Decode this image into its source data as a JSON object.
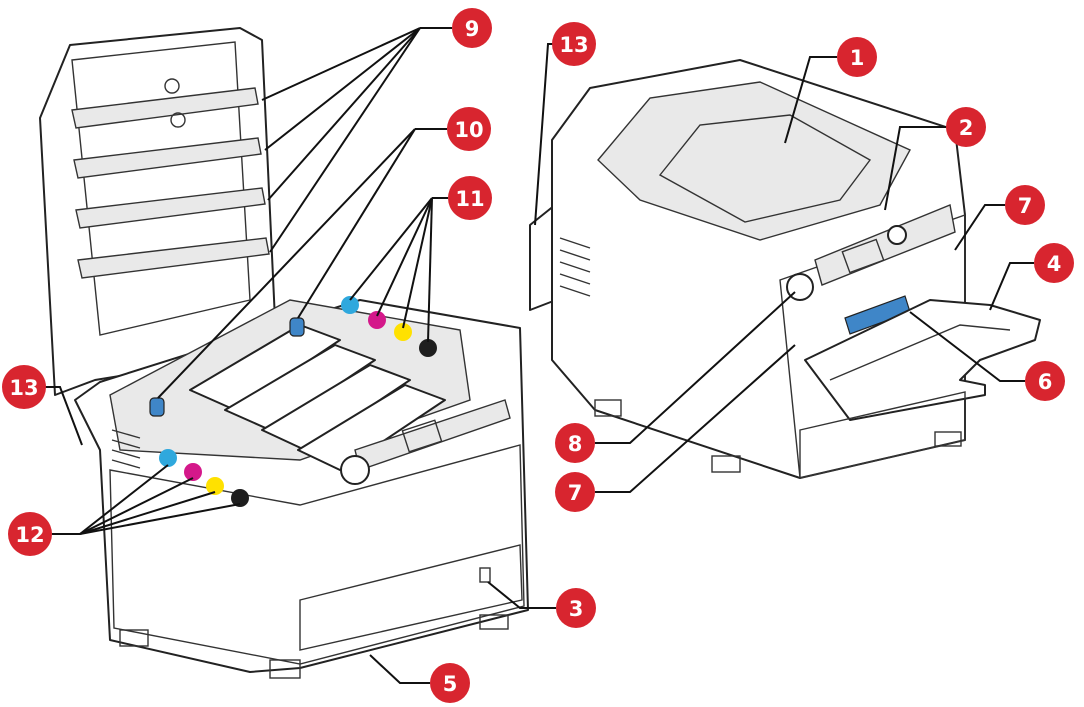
{
  "colors": {
    "callout_red": "#d8252f",
    "toner_cyan": "#2fa8dd",
    "toner_magenta": "#d4188a",
    "toner_yellow": "#ffe100",
    "toner_black": "#1e1e1e",
    "release_blue": "#3f86c8"
  },
  "callouts": [
    {
      "id": "c1",
      "label": "1"
    },
    {
      "id": "c2",
      "label": "2"
    },
    {
      "id": "c3",
      "label": "3"
    },
    {
      "id": "c4",
      "label": "4"
    },
    {
      "id": "c5",
      "label": "5"
    },
    {
      "id": "c6",
      "label": "6"
    },
    {
      "id": "c7a",
      "label": "7"
    },
    {
      "id": "c7b",
      "label": "7"
    },
    {
      "id": "c8",
      "label": "8"
    },
    {
      "id": "c9",
      "label": "9"
    },
    {
      "id": "c10",
      "label": "10"
    },
    {
      "id": "c11",
      "label": "11"
    },
    {
      "id": "c12",
      "label": "12"
    },
    {
      "id": "c13a",
      "label": "13"
    },
    {
      "id": "c13b",
      "label": "13"
    }
  ]
}
